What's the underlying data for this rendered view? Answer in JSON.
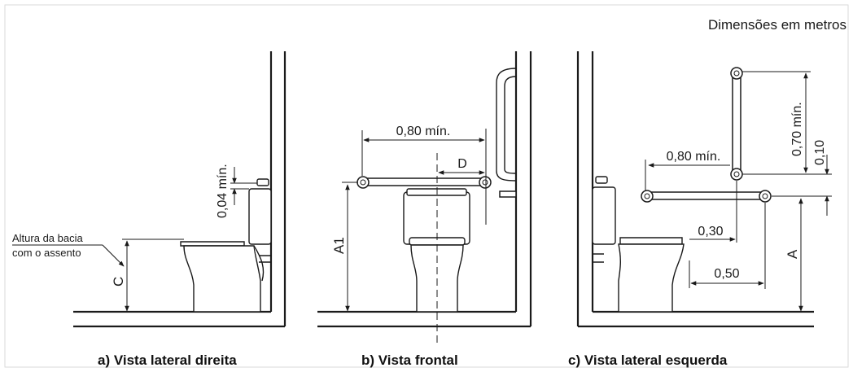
{
  "header": {
    "units_note": "Dimensões em metros"
  },
  "views": {
    "a": {
      "caption": "a) Vista lateral direita",
      "label_seat_line1": "Altura da bacia",
      "label_seat_line2": "com o assento",
      "dim_gap": "0,04 mín.",
      "dim_height": "C"
    },
    "b": {
      "caption": "b) Vista frontal",
      "dim_bar_width": "0,80 mín.",
      "dim_offset": "D",
      "dim_height": "A1"
    },
    "c": {
      "caption": "c) Vista lateral esquerda",
      "dim_bar_width": "0,80 mín.",
      "dim_vertical_bar": "0,70 mín.",
      "dim_spacing": "0,10",
      "dim_height": "A",
      "dim_depth_1": "0,30",
      "dim_depth_2": "0,50"
    }
  }
}
